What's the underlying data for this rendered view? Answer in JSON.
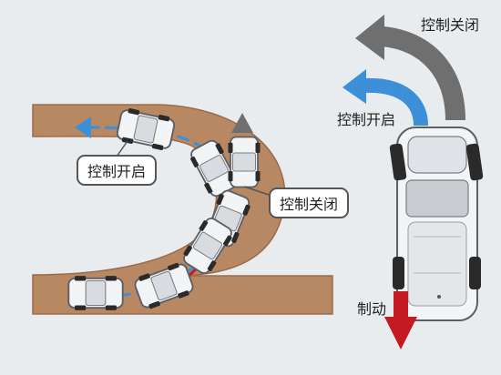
{
  "labels": {
    "left_on": "控制开启",
    "left_off": "控制关闭",
    "right_off": "控制关闭",
    "right_on": "控制开启",
    "brake": "制动"
  },
  "colors": {
    "road": "#b88862",
    "road_edge": "#9a6c4a",
    "arrow_on": "#3d8fd8",
    "arrow_off": "#6f6f6f",
    "arrow_brake": "#c41a22",
    "car_body": "#f3f4f5",
    "car_outline": "#5b5f66",
    "tire": "#2a2a2a"
  }
}
